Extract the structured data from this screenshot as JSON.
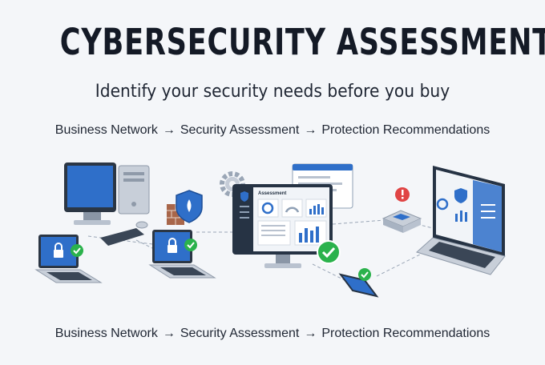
{
  "header": {
    "title": "CYBERSECURITY ASSESSMENT",
    "subtitle": "Identify your security needs before you buy"
  },
  "flow_top": {
    "steps": [
      "Business Network",
      "Security Assessment",
      "Protection Recommendations"
    ],
    "arrow": "→"
  },
  "flow_bottom": {
    "steps": [
      "Business Network",
      "Security Assessment",
      "Protection Recommendations"
    ],
    "arrow": "→"
  },
  "dashboard": {
    "label": "Assessment"
  },
  "colors": {
    "accent": "#2f6fc9",
    "dark": "#263344",
    "success": "#2bb24c",
    "alert": "#e04545"
  },
  "icons": [
    "lock-icon",
    "check-icon",
    "shield-icon",
    "gear-icon",
    "alert-icon",
    "firewall-icon"
  ]
}
